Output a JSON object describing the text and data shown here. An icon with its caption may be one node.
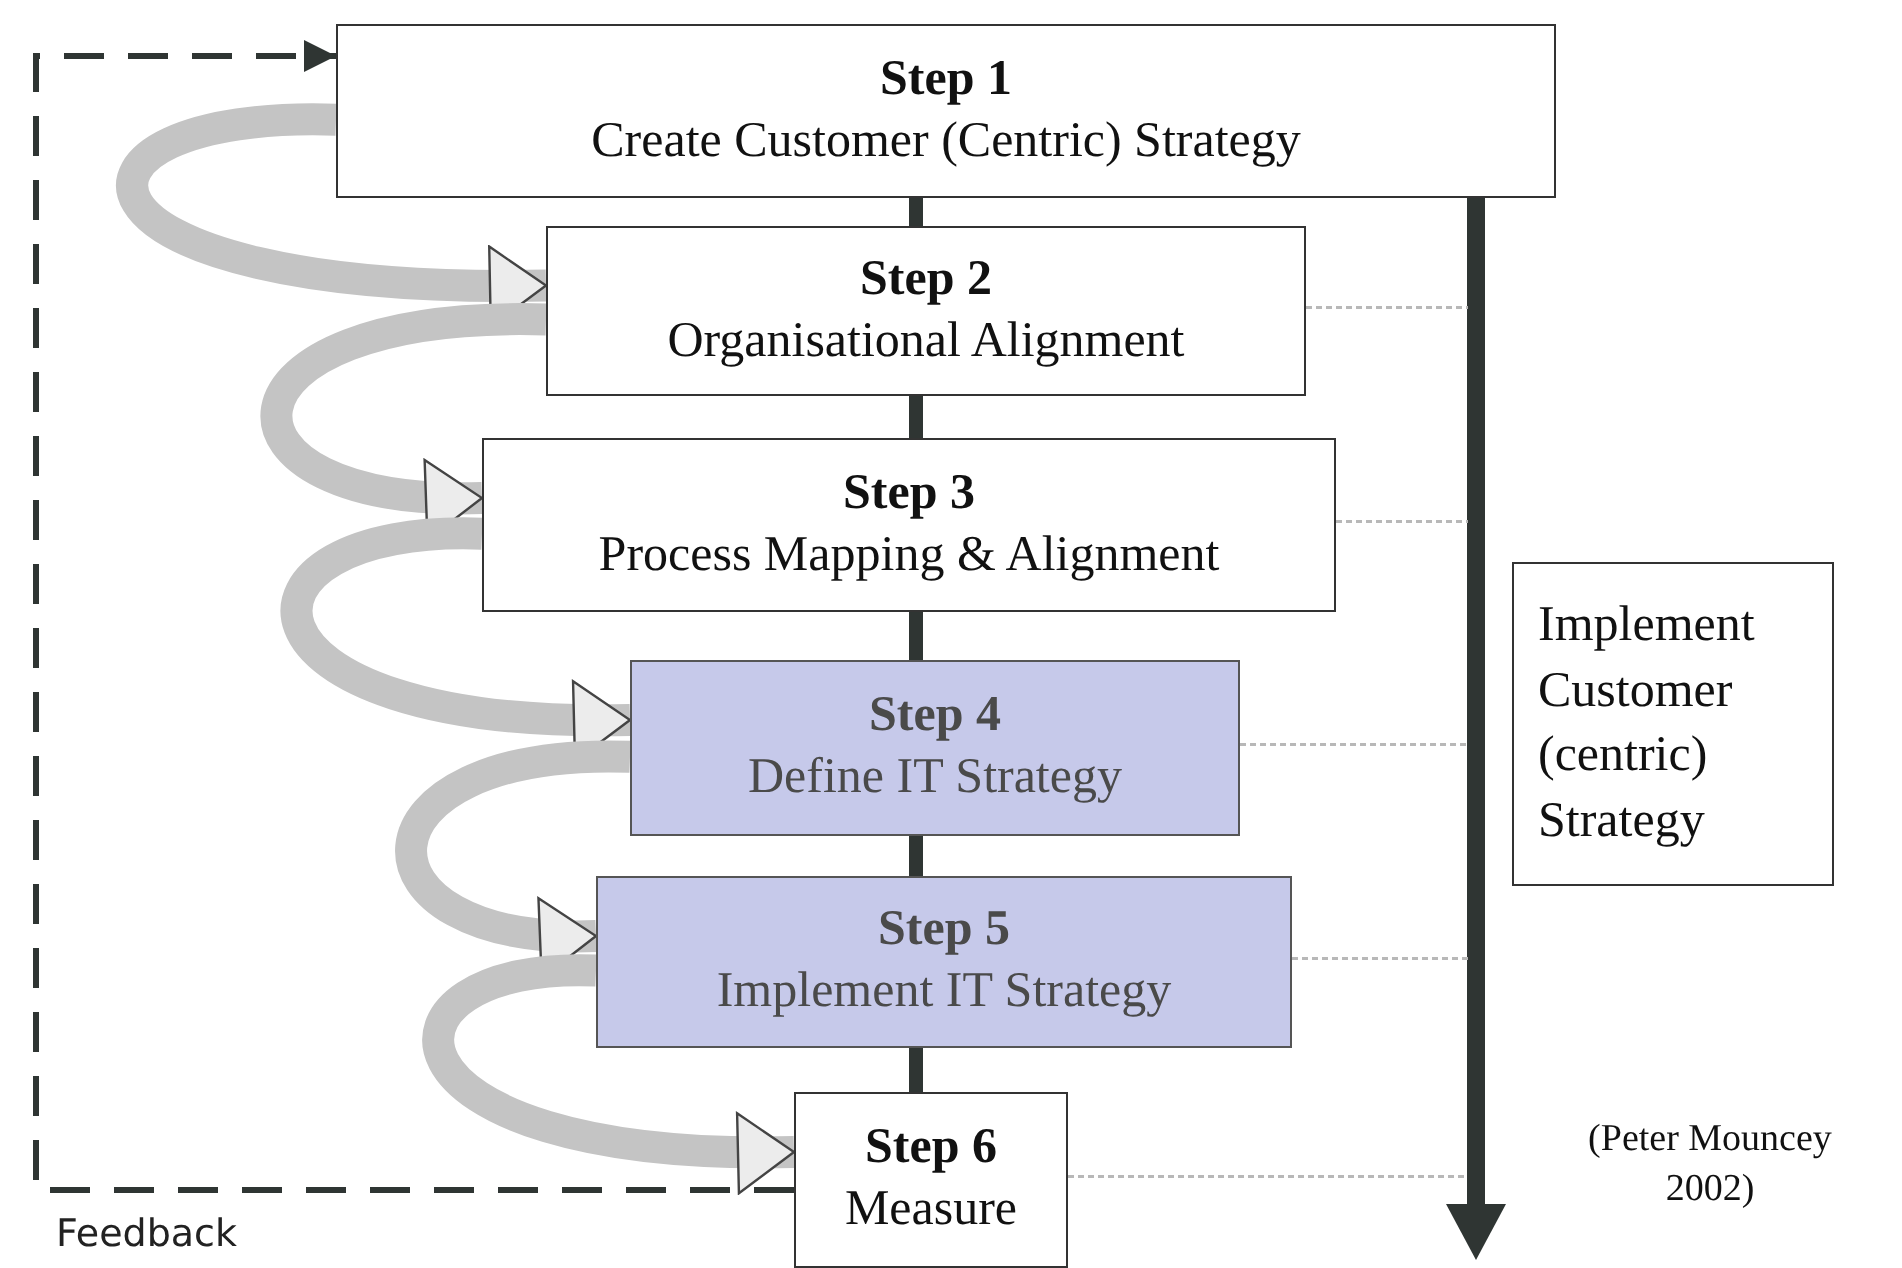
{
  "diagram": {
    "nodes": [
      {
        "text": [
          "Step 1",
          "Create Customer (Centric) Strategy"
        ]
      },
      {
        "text": [
          "Step 2",
          "Organisational Alignment"
        ]
      },
      {
        "text": [
          "Step 3",
          "Process Mapping & Alignment"
        ]
      },
      {
        "text": [
          "Step 4",
          "Define IT Strategy"
        ]
      },
      {
        "text": [
          "Step 5",
          "Implement IT Strategy"
        ]
      },
      {
        "text": [
          "Step 6",
          "Measure"
        ]
      },
      {
        "text": [
          "Implement Customer (centric) Strategy"
        ]
      }
    ],
    "edges": [
      {
        "from": 0,
        "to": 1,
        "arrow": "none"
      },
      {
        "from": 1,
        "to": 2,
        "arrow": "none"
      },
      {
        "from": 2,
        "to": 3,
        "arrow": "none"
      },
      {
        "from": 3,
        "to": 4,
        "arrow": "none"
      },
      {
        "from": 4,
        "to": 5,
        "arrow": "none"
      },
      {
        "from": 0,
        "to": 1,
        "arrow": "to",
        "style": "thick",
        "color": "#c4c4c4"
      },
      {
        "from": 1,
        "to": 2,
        "arrow": "to",
        "style": "thick",
        "color": "#c4c4c4"
      },
      {
        "from": 2,
        "to": 3,
        "arrow": "to",
        "style": "thick",
        "color": "#c4c4c4"
      },
      {
        "from": 3,
        "to": 4,
        "arrow": "to",
        "style": "thick",
        "color": "#c4c4c4"
      },
      {
        "from": 4,
        "to": 5,
        "arrow": "to",
        "style": "thick",
        "color": "#c4c4c4"
      },
      {
        "from": 0,
        "to": null,
        "arrow": "to"
      },
      {
        "from": 1,
        "to": null,
        "arrow": "none",
        "style": "dashed",
        "color": "#b8b8b8"
      },
      {
        "from": 2,
        "to": null,
        "arrow": "none",
        "style": "dashed",
        "color": "#b8b8b8"
      },
      {
        "from": 3,
        "to": null,
        "arrow": "none",
        "style": "dashed",
        "color": "#b8b8b8"
      },
      {
        "from": 4,
        "to": null,
        "arrow": "none",
        "style": "dashed",
        "color": "#b8b8b8"
      },
      {
        "from": 5,
        "to": null,
        "arrow": "none",
        "style": "dashed",
        "color": "#b8b8b8"
      },
      {
        "from": 5,
        "to": 0,
        "arrow": "to",
        "style": "dashed",
        "label": "Feedback"
      }
    ],
    "labels": [
      "(Peter Mouncey 2002)"
    ]
  }
}
